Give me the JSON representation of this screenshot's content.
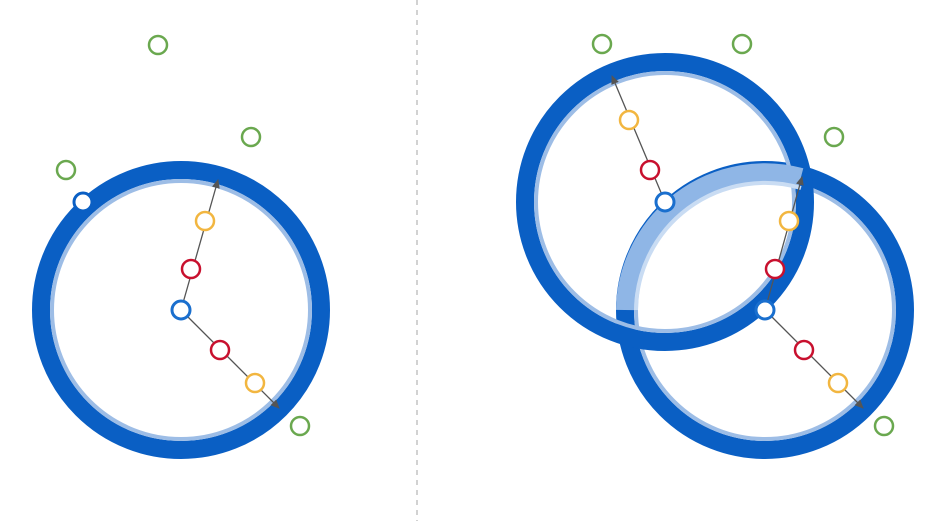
{
  "colors": {
    "ring": "#0a5fc4",
    "ring_inner": "#9dbde6",
    "ring_light": "#8fb6e6",
    "ring_light_inner": "#c9dcf3",
    "center_point": "#1a6fce",
    "red_point": "#c8102e",
    "yellow_point": "#f2b640",
    "green_point": "#6aa84f",
    "arrow": "#555555",
    "divider": "#c4c4c4",
    "background": "#ffffff"
  },
  "panels": [
    {
      "name": "left",
      "rings": [
        "ring-left"
      ],
      "centers": [
        "center-left"
      ],
      "white_points": [
        "edge-white-left"
      ],
      "red_points": [
        "red-left-upper",
        "red-left-lower"
      ],
      "yellow_points": [
        "yellow-left-upper",
        "yellow-left-lower"
      ],
      "green_points": [
        "green-l-1",
        "green-l-2",
        "green-l-3",
        "green-l-4"
      ],
      "arrows": [
        "arrow-left-up",
        "arrow-left-down"
      ]
    },
    {
      "name": "right",
      "rings": [
        "ring-right-bottom",
        "ring-right-top"
      ],
      "centers": [
        "center-right-bottom",
        "center-right-top"
      ],
      "red_points": [
        "red-right-upper",
        "red-right-lower",
        "red-right-top"
      ],
      "yellow_points": [
        "yellow-right-upper",
        "yellow-right-lower",
        "yellow-right-top"
      ],
      "green_points": [
        "green-r-1",
        "green-r-2",
        "green-r-3",
        "green-r-4"
      ],
      "arrows": [
        "arrow-right-up",
        "arrow-right-down",
        "arrow-right-top"
      ]
    }
  ]
}
